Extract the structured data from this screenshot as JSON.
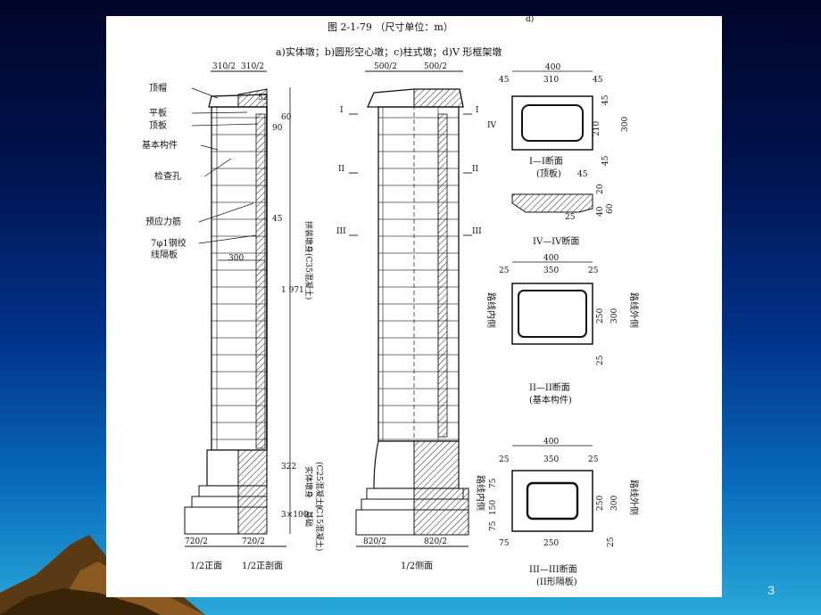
{
  "slide": {
    "page_number": "3",
    "figure_caption": "图 2-1-79 （尺寸单位：m）",
    "corner_mark": "d)",
    "subtitle": "a)实体墩；b)圆形空心墩；c)柱式墩；d)V 形框架墩"
  },
  "elevation_left": {
    "top_dims": [
      "310/2",
      "310/2"
    ],
    "callouts": [
      "顶帽",
      "平板",
      "顶板",
      "基本构件",
      "检查孔",
      "预应力筋",
      "7φ1钢绞",
      "线隔板"
    ],
    "side_dims": [
      "52",
      "90",
      "60",
      "45",
      "300",
      "1 971",
      "322",
      "3×100"
    ],
    "vertical_notes": [
      "拼装墩身(C35混凝土)",
      "实体墩身",
      "(C25混凝土)",
      "基础",
      "(C15混凝土)"
    ],
    "bottom_dims": [
      "720/2",
      "720/2"
    ],
    "captions": [
      "1/2正面",
      "1/2正剖面"
    ]
  },
  "elevation_right": {
    "top_dims": [
      "500/2",
      "500/2"
    ],
    "section_marks": [
      "I",
      "I",
      "II",
      "II",
      "III",
      "III"
    ],
    "bottom_dims": [
      "820/2",
      "820/2"
    ],
    "caption": "1/2侧面"
  },
  "sections": {
    "s1": {
      "dims": [
        "400",
        "310",
        "45",
        "45",
        "45",
        "210",
        "300",
        "45"
      ],
      "mark": "IV",
      "caption": "I—I断面",
      "sub": "(顶板)"
    },
    "s4": {
      "dims": [
        "45",
        "20",
        "40",
        "25",
        "60"
      ],
      "caption": "IV—IV断面"
    },
    "s2": {
      "dims": [
        "400",
        "25",
        "350",
        "25",
        "250",
        "300",
        "25"
      ],
      "left_note": "路线内侧",
      "right_note": "路线外侧",
      "caption": "II—II断面",
      "sub": "(基本构件)"
    },
    "s3": {
      "dims": [
        "400",
        "25",
        "350",
        "25",
        "75",
        "150",
        "75",
        "250",
        "300",
        "75",
        "250",
        "25"
      ],
      "left_note": "路线内侧",
      "right_note": "路线外侧",
      "caption": "III—III断面",
      "sub": "(II形隔板)"
    }
  }
}
